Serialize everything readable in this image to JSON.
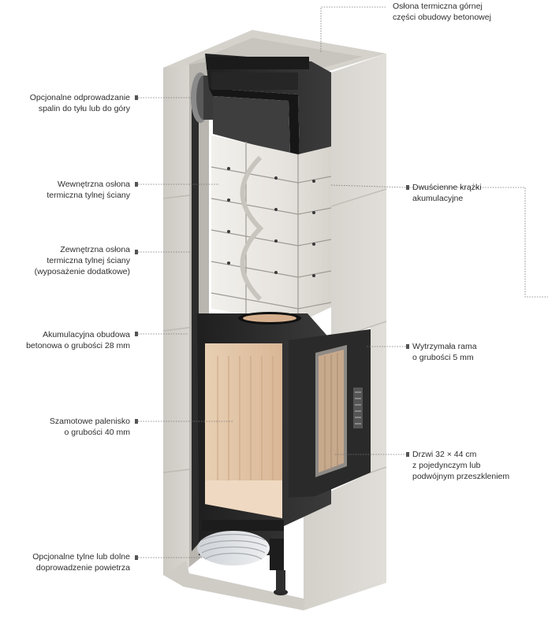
{
  "labels": {
    "top_cover": "Osłona termiczna górnej\nczęści obudowy betonowej",
    "exhaust_outlet": "Opcjonalne odprowadzanie\nspalin do tyłu lub do góry",
    "inner_rear_shield": "Wewnętrzna osłona\ntermiczna tylnej ściany",
    "outer_rear_shield": "Zewnętrzna osłona\ntermiczna tylnej ściany\n(wyposażenie dodatkowe)",
    "concrete_housing": "Akumulacyjna obudowa\nbetonowa o grubości 28 mm",
    "firebox": "Szamotowe palenisko\no grubości 40 mm",
    "air_supply": "Opcjonalne tylne lub dolne\ndoprowadzenie powietrza",
    "storage_rings": "Dwuścienne krążki\nakumulacyjne",
    "frame": "Wytrzymała rama\no grubości 5 mm",
    "door": "Drzwi 32 × 44 cm\nz pojedynczym lub\npodwójnym przeszkleniem"
  },
  "colors": {
    "concrete": "#dcdad5",
    "concrete_shade": "#c9c6c0",
    "steel": "#2b2b2b",
    "chamotte_ring": "#e9e6e1",
    "firebrick": "#e4c7a8",
    "leader_line": "#777777"
  }
}
